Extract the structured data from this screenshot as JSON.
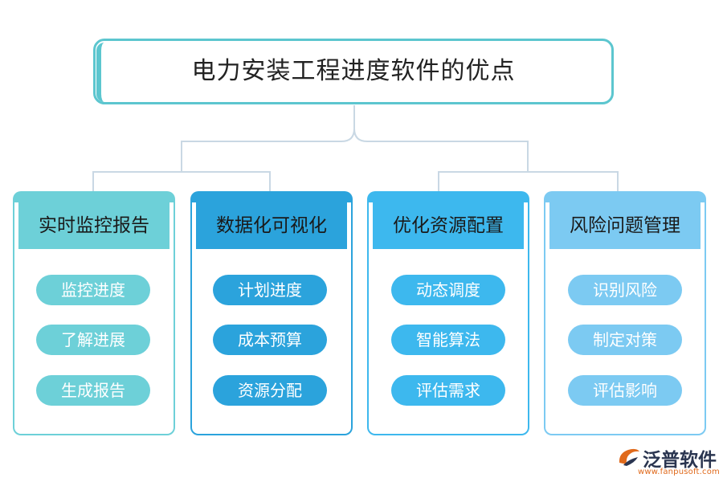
{
  "title": "电力安装工程进度软件的优点",
  "categories": [
    {
      "heading": "实时监控报告",
      "color": "#6dd0d8",
      "items": [
        "监控进度",
        "了解进展",
        "生成报告"
      ]
    },
    {
      "heading": "数据化可视化",
      "color": "#2ba3dc",
      "items": [
        "计划进度",
        "成本预算",
        "资源分配"
      ]
    },
    {
      "heading": "优化资源配置",
      "color": "#3db8ee",
      "items": [
        "动态调度",
        "智能算法",
        "评估需求"
      ]
    },
    {
      "heading": "风险问题管理",
      "color": "#7ccaf2",
      "items": [
        "识别风险",
        "制定对策",
        "评估影响"
      ]
    }
  ],
  "logo": {
    "name": "泛普软件",
    "url": "www.fanpusoft.com"
  }
}
